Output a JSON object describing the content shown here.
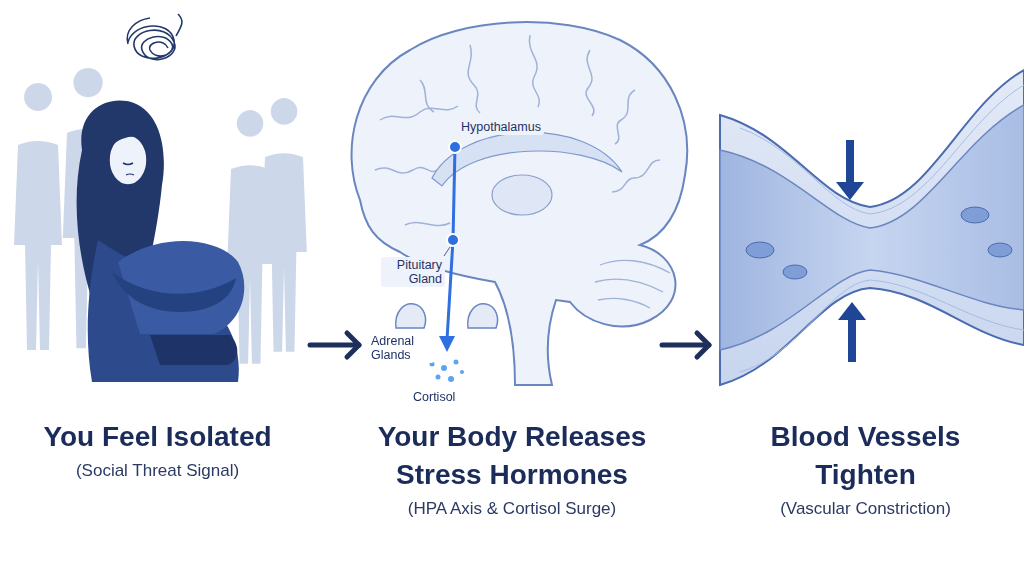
{
  "diagram": {
    "nodes": [
      {
        "text": [
          "You Feel Isolated",
          "(Social Threat Signal)"
        ]
      },
      {
        "text": [
          "Your Body Releases Stress Hormones",
          "(HPA Axis & Cortisol Surge)"
        ]
      },
      {
        "text": [
          "Blood Vessels Tighten",
          "(Vascular Constriction)"
        ]
      }
    ],
    "edges": [
      {
        "from": 0,
        "to": 1,
        "arrow": "to"
      },
      {
        "from": 1,
        "to": 2,
        "arrow": "to"
      }
    ],
    "labels": [
      "Hypothalamus",
      "Pituitary Gland",
      "Adrenal Glands",
      "Cortisol"
    ]
  }
}
